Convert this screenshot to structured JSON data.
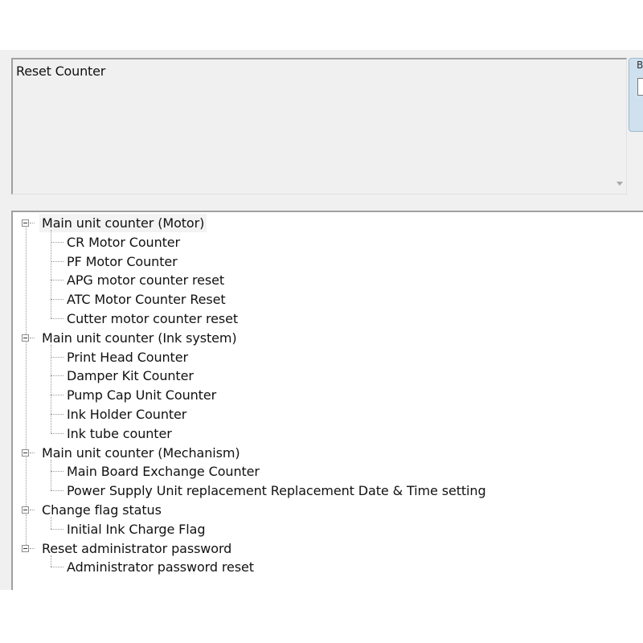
{
  "description": {
    "text": "Reset Counter"
  },
  "side_panel": {
    "label": "B"
  },
  "tree": {
    "groups": [
      {
        "label": "Main unit counter (Motor)",
        "items": [
          "CR Motor Counter",
          "PF Motor Counter",
          "APG motor counter reset",
          "ATC Motor Counter Reset",
          "Cutter motor counter reset"
        ]
      },
      {
        "label": "Main unit counter (Ink system)",
        "items": [
          "Print Head Counter",
          "Damper Kit Counter",
          "Pump Cap Unit Counter",
          "Ink Holder Counter",
          "Ink tube counter"
        ]
      },
      {
        "label": "Main unit counter (Mechanism)",
        "items": [
          "Main Board Exchange Counter",
          "Power Supply Unit replacement Replacement  Date & Time setting"
        ]
      },
      {
        "label": "Change flag status",
        "items": [
          "Initial Ink Charge Flag"
        ]
      },
      {
        "label": "Reset administrator password",
        "items": [
          "Administrator password reset"
        ]
      }
    ]
  },
  "colors": {
    "window_bg": "#f0f0f0",
    "tree_bg": "#ffffff",
    "panel_accent": "#cfe1ef"
  }
}
